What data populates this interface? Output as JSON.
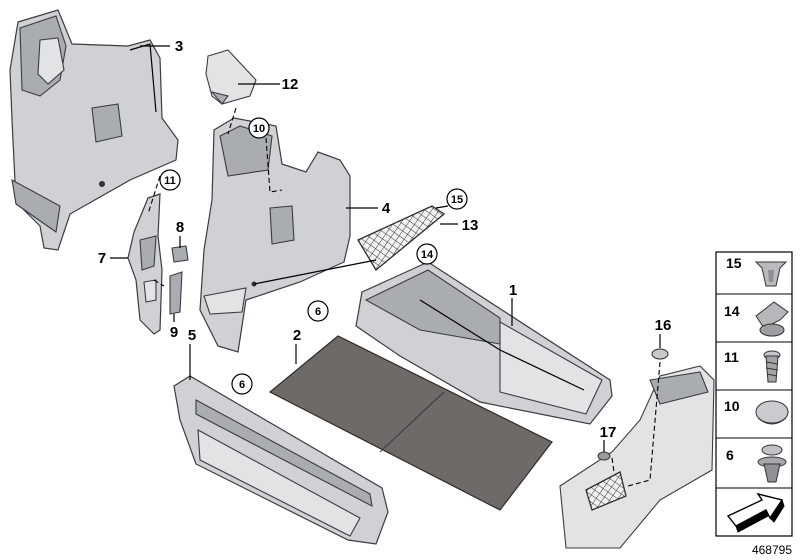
{
  "parts": [
    {
      "number": "1"
    },
    {
      "number": "2"
    },
    {
      "number": "3"
    },
    {
      "number": "4"
    },
    {
      "number": "5"
    },
    {
      "number": "6"
    },
    {
      "number": "7"
    },
    {
      "number": "8"
    },
    {
      "number": "9"
    },
    {
      "number": "12"
    },
    {
      "number": "13"
    },
    {
      "number": "16"
    },
    {
      "number": "17"
    }
  ],
  "circled_callouts": [
    "10",
    "11",
    "15",
    "14",
    "6",
    "6"
  ],
  "legend": {
    "items": [
      {
        "number": "15",
        "icon": "plastic-clip-icon"
      },
      {
        "number": "14",
        "icon": "spring-nut-clip-icon"
      },
      {
        "number": "11",
        "icon": "screw-icon"
      },
      {
        "number": "10",
        "icon": "cap-plug-icon"
      },
      {
        "number": "6",
        "icon": "expanding-rivet-icon"
      }
    ],
    "direction_icon": "forward-arrow-icon"
  },
  "reference_number": "468795"
}
